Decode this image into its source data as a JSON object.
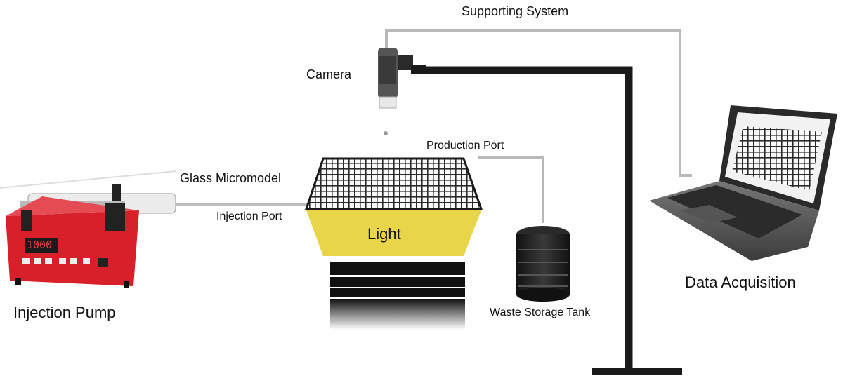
{
  "labels": {
    "supporting_system": "Supporting System",
    "camera": "Camera",
    "production_port": "Production Port",
    "glass_micromodel": "Glass Micromodel",
    "injection_port": "Injection Port",
    "light": "Light",
    "injection_pump": "Injection Pump",
    "waste_storage_tank": "Waste Storage Tank",
    "data_acquisition": "Data Acquisition"
  },
  "pump_display": "1000",
  "colors": {
    "pump_body": "#d8202a",
    "light_panel": "#e8d54a",
    "stand": "#1a1a1a",
    "tubing": "#b9b9b9",
    "grid": "#2a2a2a"
  }
}
